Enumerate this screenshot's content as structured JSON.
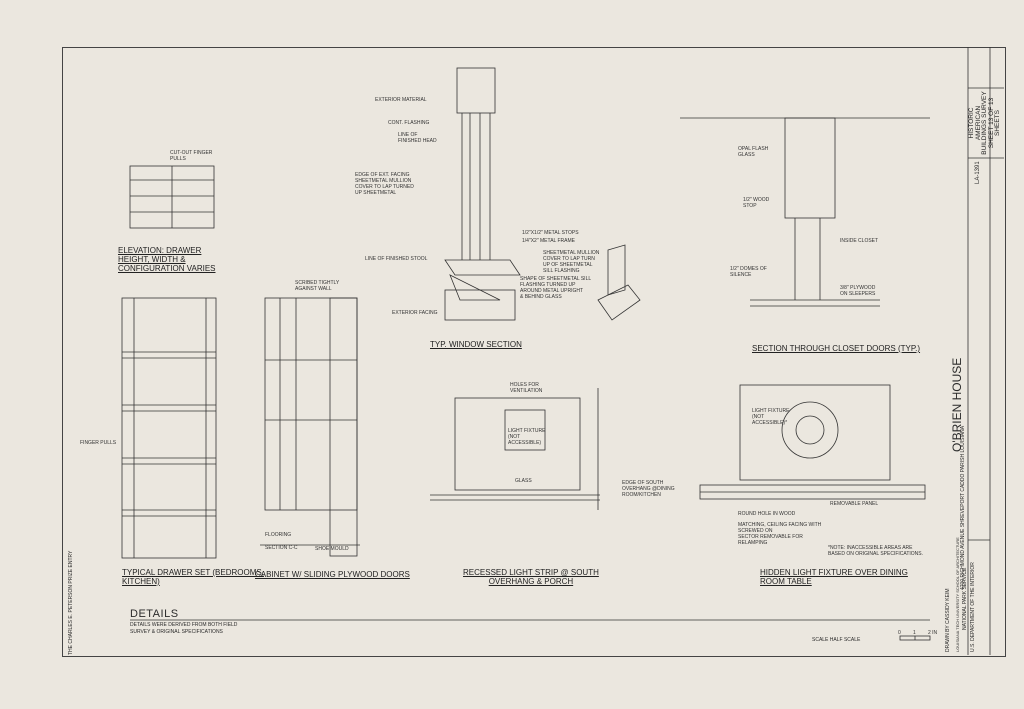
{
  "sheet": {
    "project_title": "O'BRIEN HOUSE",
    "address": "4700 RICHMOND AVENUE  SHREVEPORT  CADDO PARISH  LOUISIANA",
    "survey": "HISTORIC AMERICAN BUILDINGS SURVEY SHEET 13 OF 13 SHEETS",
    "survey_number": "LA-1391",
    "drawn_by": "DRAWN BY  CASSIDY KEIM",
    "institution": "LOUISIANA TECH UNIVERSITY SCHOOL OF ARCHITECTURE",
    "agency": "NATIONAL PARK SERVICE",
    "department": "U.S. DEPARTMENT OF THE INTERIOR",
    "margin_note": "THE CHARLES E. PETERSON PRIZE ENTRY"
  },
  "details": {
    "title": "DETAILS",
    "subtitle": "DETAILS WERE DERIVED FROM BOTH FIELD\nSURVEY & ORIGINAL SPECIFICATIONS"
  },
  "scale": {
    "label": "SCALE   HALF SCALE",
    "ticks": [
      "0",
      "1",
      "2 IN"
    ]
  },
  "drawings": [
    {
      "title": "ELEVATION: DRAWER\nHEIGHT, WIDTH &\nCONFIGURATION VARIES",
      "labels": [
        "CUT-OUT FINGER\nPULLS"
      ]
    },
    {
      "title": "TYPICAL DRAWER SET (BEDROOMS,\nKITCHEN)",
      "labels": [
        "FINGER PULLS"
      ]
    },
    {
      "title": "CABINET W/ SLIDING PLYWOOD DOORS",
      "labels": [
        "SCRIBED TIGHTLY\nAGAINST WALL",
        "FLOORING",
        "SECTION C-C",
        "SHOE MOULD"
      ]
    },
    {
      "title": "TYP. WINDOW SECTION",
      "labels": [
        "EXTERIOR MATERIAL",
        "CONT. FLASHING",
        "LINE OF\nFINISHED HEAD",
        "EDGE OF EXT. FACING\nSHEETMETAL MULLION\nCOVER TO LAP TURNED\nUP SHEETMETAL",
        "1/2\"x1/2\" METAL STOPS",
        "1/4\"x2\" METAL FRAME",
        "LINE OF FINISHED STOOL",
        "EXTERIOR FACING",
        "SHEETMETAL MULLION\nCOVER TO LAP TURN\nUP OF SHEETMETAL\nSILL FLASHING",
        "SHAPE OF SHEETMETAL SILL\nFLASHING TURNED UP\nAROUND METAL UPRIGHT\n& BEHIND GLASS"
      ]
    },
    {
      "title": "SECTION THROUGH CLOSET DOORS (TYP.)",
      "labels": [
        "OPAL FLASH\nGLASS",
        "1/2\" WOOD\nSTOP",
        "INSIDE CLOSET",
        "1/2\" DOMES OF\nSILENCE",
        "3/8\" PLYWOOD\nON SLEEPERS"
      ]
    },
    {
      "title": "RECESSED LIGHT STRIP @ SOUTH\nOVERHANG & PORCH",
      "labels": [
        "HOLES FOR\nVENTILATION",
        "LIGHT FIXTURE\n(NOT\nACCESSIBLE)",
        "GLASS",
        "EDGE OF SOUTH\nOVERHANG @DINING\nROOM/KITCHEN"
      ]
    },
    {
      "title": "HIDDEN LIGHT FIXTURE OVER DINING\nROOM TABLE",
      "labels": [
        "LIGHT FIXTURE\n(NOT\nACCESSIBLE)*",
        "REMOVABLE PANEL",
        "ROUND HOLE IN WOOD",
        "MATCHING, CEILING FACING WITH\nSCREWED ON\nSECTOR REMOVABLE FOR\nRELAMPING",
        "*NOTE: INACCESSIBLE AREAS ARE\nBASED ON ORIGINAL SPECIFICATIONS."
      ]
    }
  ]
}
